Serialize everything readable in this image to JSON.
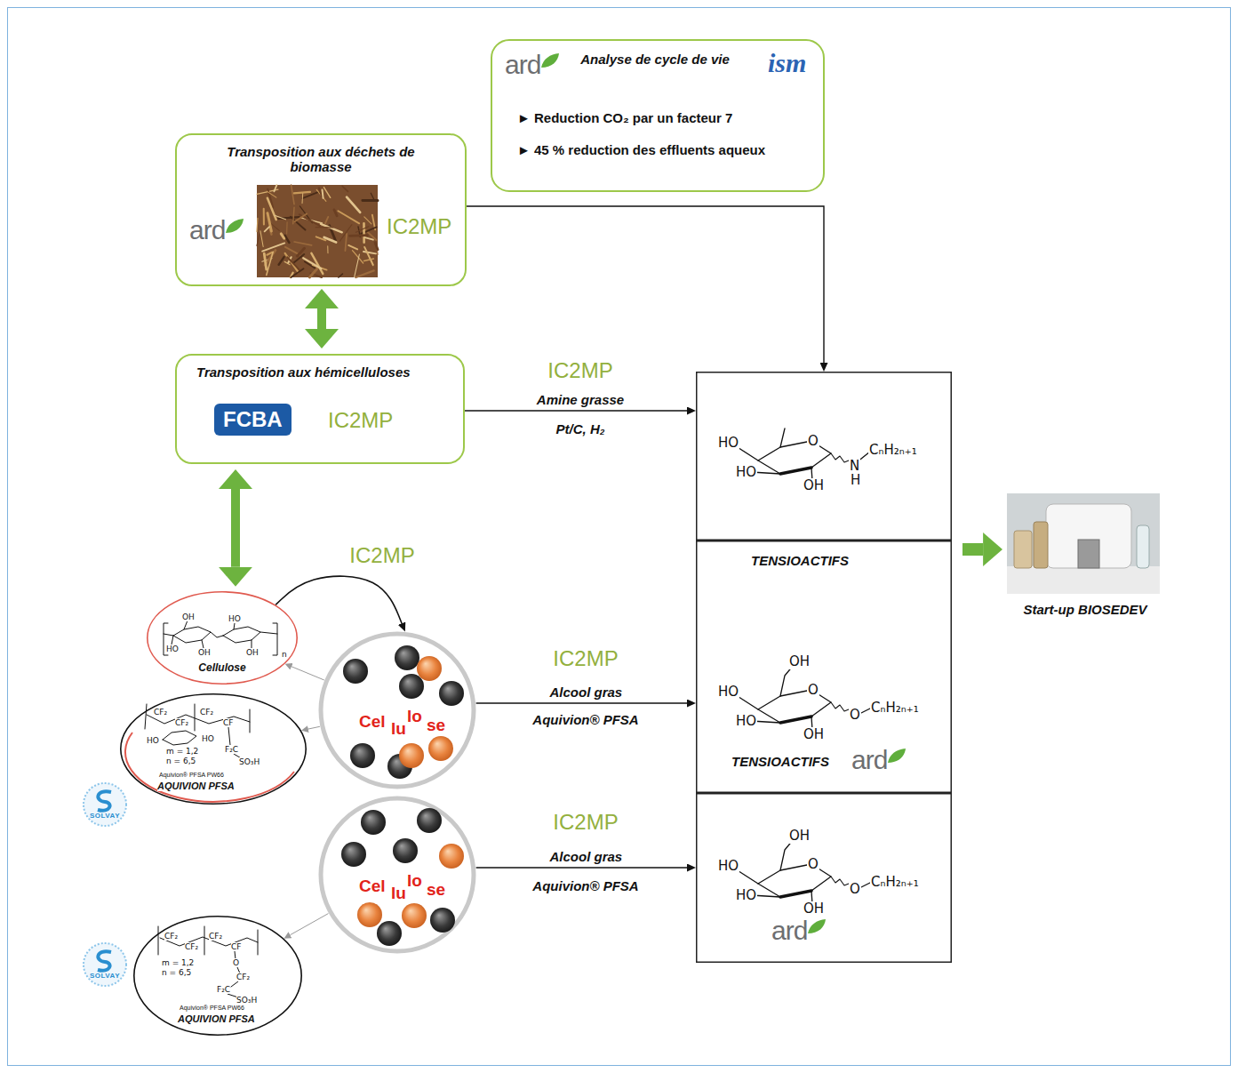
{
  "diagram": {
    "nodes": [
      {
        "text": [
          "ard",
          "Analyse de cycle de vie",
          "ism",
          "► Reduction CO₂ par un facteur 7",
          "► 45 % reduction des effluents aqueux"
        ]
      },
      {
        "text": [
          "Transposition aux déchets de biomasse",
          "ard",
          "IC2MP"
        ]
      },
      {
        "text": [
          "Transposition aux hémicelluloses",
          "FCBA",
          "IC2MP"
        ]
      },
      {
        "text": [
          "HO",
          "HO",
          "O",
          "OH",
          "N",
          "H",
          "CₙH₂ₙ₊₁"
        ]
      },
      {
        "text": [
          "TENSIOACTIFS",
          "OH",
          "HO",
          "HO",
          "O",
          "OH",
          "O",
          "CₙH₂ₙ₊₁",
          "TENSIOACTIFS",
          "ard"
        ]
      },
      {
        "text": [
          "OH",
          "HO",
          "HO",
          "O",
          "OH",
          "O",
          "CₙH₂ₙ₊₁",
          "ard"
        ]
      },
      {
        "text": [
          "OH",
          "HO",
          "OH",
          "HO",
          "OH",
          "n",
          "Cellulose"
        ]
      },
      {
        "text": [
          "CF₂",
          "CF₂",
          "CF₂",
          "CF",
          "HO",
          "HO",
          "m = 1,2",
          "n = 6,5",
          "F₂C",
          "SO₃H",
          "Aquivion® PFSA PW66",
          "AQUIVION PFSA"
        ]
      },
      {
        "text": [
          "CF₂",
          "CF₂",
          "CF₂",
          "CF",
          "m = 1,2",
          "n = 6,5",
          "O",
          "CF₂",
          "F₂C",
          "SO₃H",
          "Aquivion® PFSA PW66",
          "AQUIVION PFSA"
        ]
      },
      {
        "text": [
          "Cel",
          "lu",
          "lo",
          "se"
        ]
      },
      {
        "text": [
          "Cel",
          "lu",
          "lo",
          "se"
        ]
      },
      {
        "text": [
          "Start-up BIOSEDEV"
        ]
      }
    ],
    "edges": [
      {
        "from": 1,
        "to": 2,
        "arrow": "both"
      },
      {
        "from": 2,
        "to": 6,
        "arrow": "both"
      },
      {
        "from": 1,
        "to": 3,
        "arrow": "to"
      },
      {
        "from": 2,
        "to": 3,
        "label": "Amine grasse",
        "arrow": "to"
      },
      {
        "from": 9,
        "to": 4,
        "label": "Alcool gras",
        "arrow": "to"
      },
      {
        "from": 10,
        "to": 5,
        "label": "Alcool gras",
        "arrow": "to"
      },
      {
        "from": 4,
        "to": 11,
        "arrow": "to"
      },
      {
        "from": 6,
        "to": 9,
        "arrow": "to"
      },
      {
        "from": 9,
        "to": 6,
        "arrow": "to"
      },
      {
        "from": 9,
        "to": 7,
        "arrow": "to"
      },
      {
        "from": 10,
        "to": 8,
        "arrow": "to"
      }
    ],
    "labels": [
      "IC2MP",
      "Pt/C, H₂",
      "IC2MP",
      "IC2MP",
      "Aquivion® PFSA",
      "IC2MP",
      "Aquivion® PFSA",
      "SOLVAY",
      "SOLVAY"
    ]
  }
}
